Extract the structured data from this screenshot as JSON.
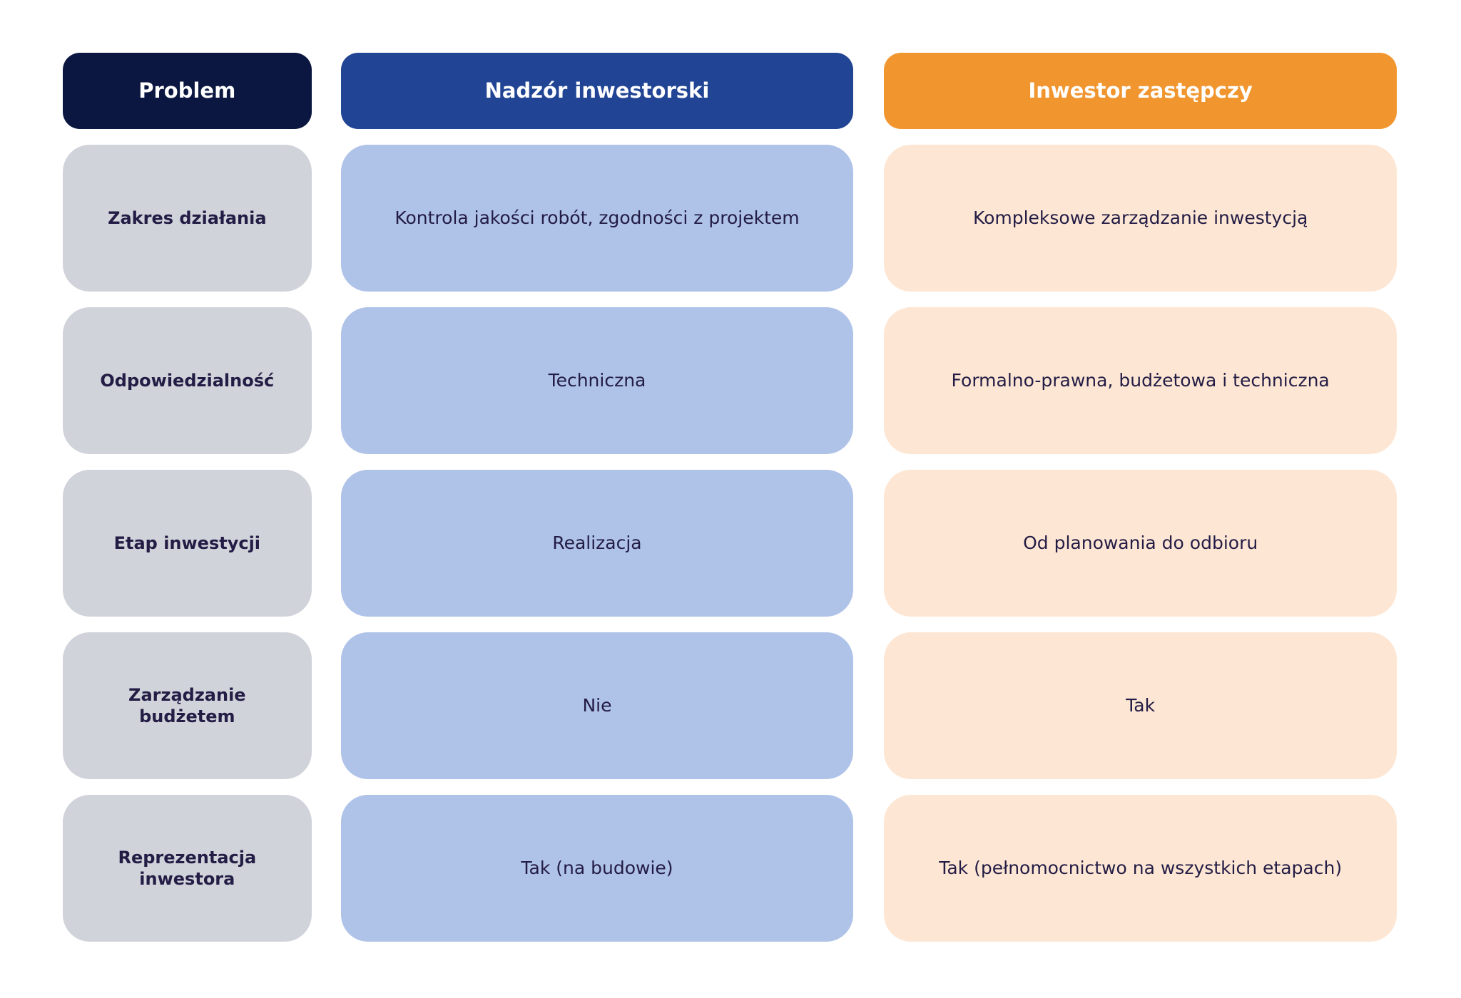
{
  "colors": {
    "header_problem_bg": "#0b1740",
    "header_nadzor_bg": "#214594",
    "header_inwestor_bg": "#f1952f",
    "cell_problem_bg": "#d0d3da",
    "cell_nadzor_bg": "#afc2e8",
    "cell_inwestor_bg": "#fde7d4",
    "text_dark": "#231c45"
  },
  "headers": {
    "problem": "Problem",
    "nadzor": "Nadzór inwestorski",
    "inwestor": "Inwestor zastępczy"
  },
  "rows": [
    {
      "problem": "Zakres działania",
      "nadzor": "Kontrola jakości robót, zgodności z projektem",
      "inwestor": "Kompleksowe zarządzanie inwestycją"
    },
    {
      "problem": "Odpowiedzialność",
      "nadzor": "Techniczna",
      "inwestor": "Formalno-prawna, budżetowa i techniczna"
    },
    {
      "problem": "Etap inwestycji",
      "nadzor": "Realizacja",
      "inwestor": "Od planowania do odbioru"
    },
    {
      "problem": "Zarządzanie budżetem",
      "nadzor": "Nie",
      "inwestor": "Tak"
    },
    {
      "problem": "Reprezentacja inwestora",
      "nadzor": "Tak (na budowie)",
      "inwestor": "Tak (pełnomocnictwo na wszystkich etapach)"
    }
  ]
}
